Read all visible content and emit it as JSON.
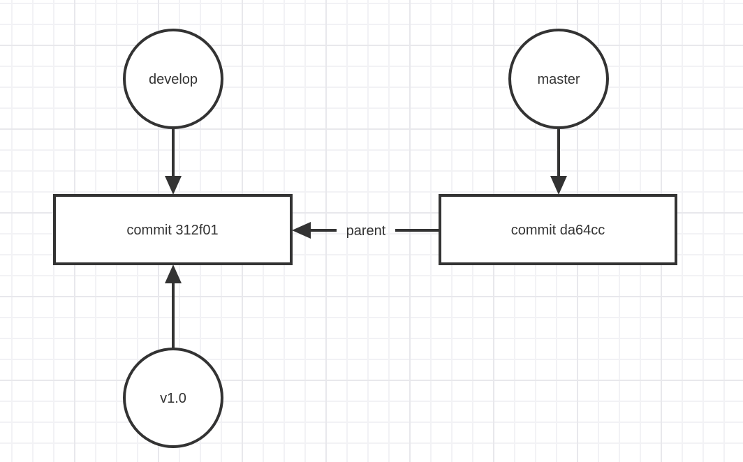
{
  "canvas": {
    "background": "#ffffff",
    "grid_minor_color": "#f2f2f5",
    "grid_major_color": "#e8e8ec",
    "shape_stroke_color": "#333333",
    "text_color": "#333333"
  },
  "nodes": {
    "develop": {
      "label": "develop",
      "shape": "circle"
    },
    "master": {
      "label": "master",
      "shape": "circle"
    },
    "v1_0": {
      "label": "v1.0",
      "shape": "circle"
    },
    "commit1": {
      "label": "commit 312f01",
      "shape": "rectangle"
    },
    "commit2": {
      "label": "commit da64cc",
      "shape": "rectangle"
    }
  },
  "edges": {
    "develop_to_commit1": {
      "from": "develop",
      "to": "commit 312f01"
    },
    "master_to_commit2": {
      "from": "master",
      "to": "commit da64cc"
    },
    "v1_0_to_commit1": {
      "from": "v1.0",
      "to": "commit 312f01"
    },
    "parent": {
      "label": "parent",
      "from": "commit da64cc",
      "to": "commit 312f01"
    }
  }
}
